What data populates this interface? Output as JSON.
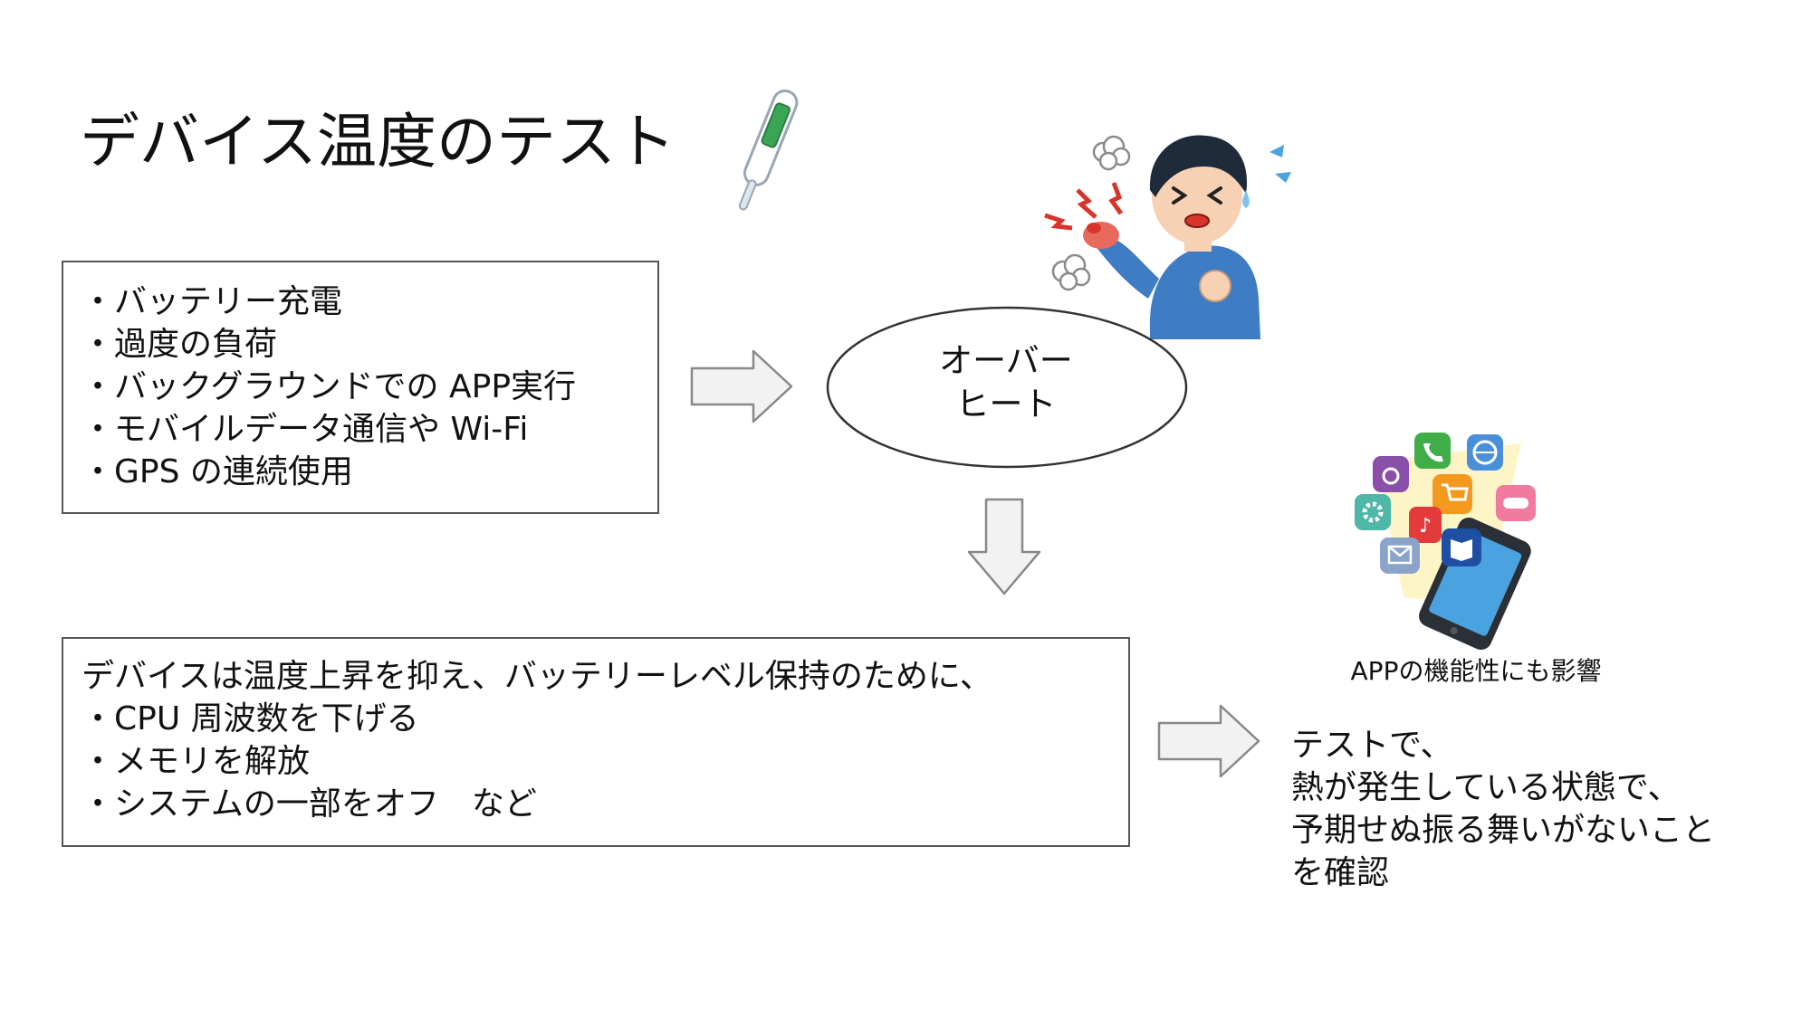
{
  "title": "デバイス温度のテスト",
  "causes": [
    "・バッテリー充電",
    "・過度の負荷",
    "・バックグラウンドでの APP実行",
    "・モバイルデータ通信や Wi-Fi",
    "・GPS の連続使用"
  ],
  "overheat": {
    "line1": "オーバー",
    "line2": "ヒート"
  },
  "response": [
    "デバイスは温度上昇を抑え、バッテリーレベル保持のために、",
    "・CPU 周波数を下げる",
    "・メモリを解放",
    "・システムの一部をオフ　など"
  ],
  "app_caption": "APPの機能性にも影響",
  "conclusion": [
    "テストで、",
    "熱が発生している状態で、",
    "予期せぬ振る舞いがないこと",
    "を確認"
  ],
  "colors": {
    "arrow_fill": "#f2f2f2",
    "arrow_stroke": "#888888",
    "box_border": "#555555",
    "shirt": "#3e7cc4",
    "hair": "#1f2a3a",
    "skin": "#f6d1b3",
    "hand_red": "#d9342b",
    "thermo_green": "#3aa655"
  },
  "icons": [
    "thermometer-icon",
    "overheated-person-illustration",
    "smartphone-apps-illustration"
  ]
}
